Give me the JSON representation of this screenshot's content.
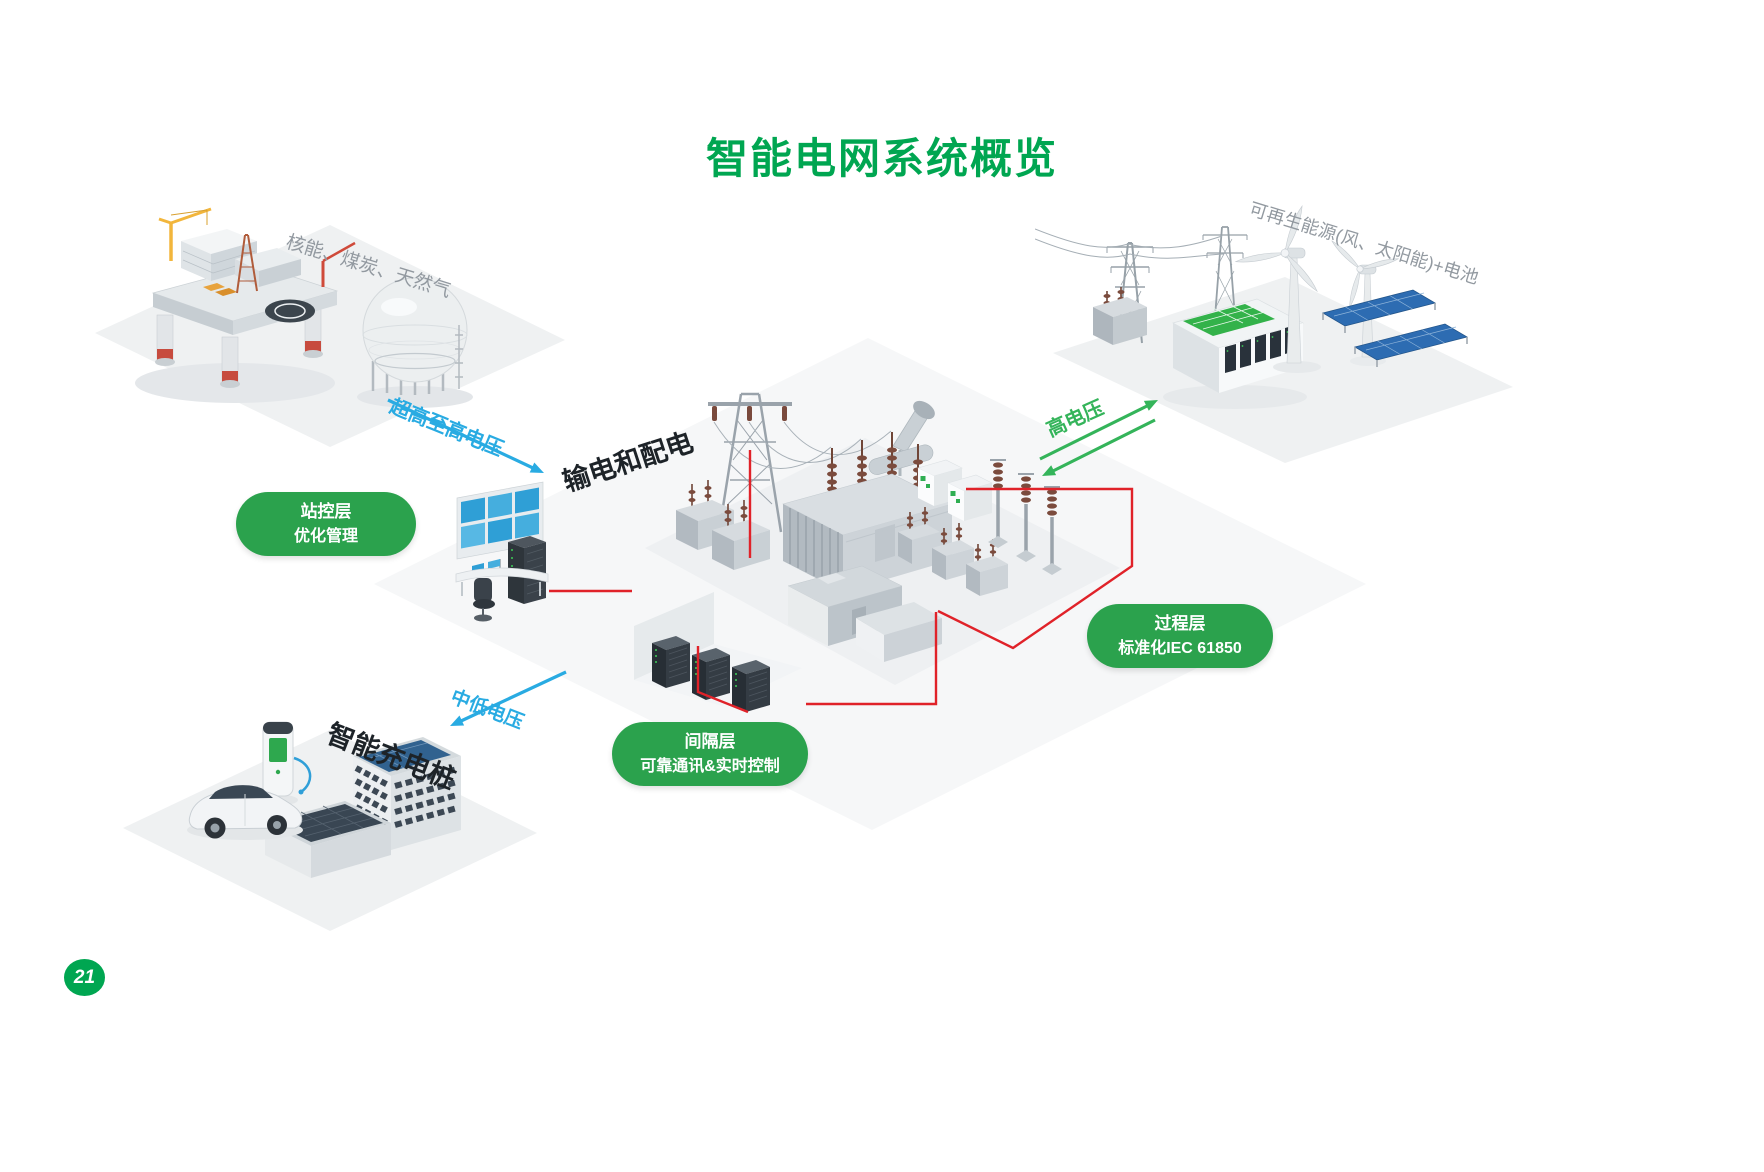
{
  "title": "智能电网系统概览",
  "page_number": "21",
  "labels": {
    "fossil": "核能、煤炭、天然气",
    "renewable": "可再生能源(风、太阳能)+电池",
    "transmission": "输电和配电",
    "charging": "智能充电桩"
  },
  "arrows": {
    "ultra_high_voltage": "超高至高电压",
    "high_voltage": "高电压",
    "medium_low_voltage": "中低电压"
  },
  "badges": {
    "station_level": {
      "line1": "站控层",
      "line2": "优化管理"
    },
    "process_level": {
      "line1": "过程层",
      "line2": "标准化IEC 61850"
    },
    "bay_level": {
      "line1": "间隔层",
      "line2": "可靠通讯&实时控制"
    }
  },
  "colors": {
    "title_green": "#00A651",
    "badge_green": "#2BA24D",
    "arrow_blue": "#29ABE2",
    "arrow_green": "#34B45A",
    "line_red": "#E02229",
    "label_gray": "#9299A0",
    "ink": "#1D2328"
  }
}
